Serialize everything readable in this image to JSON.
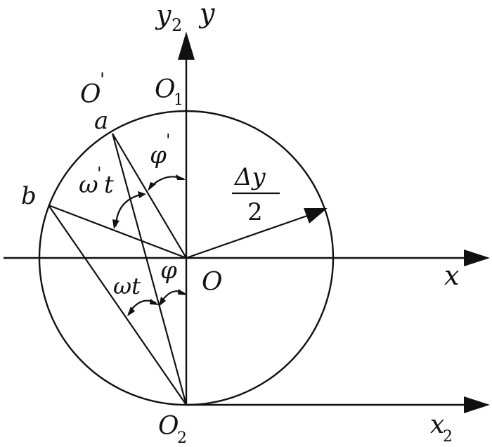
{
  "labels": {
    "y2": "y",
    "y2_sub": "2",
    "y": "y",
    "O_prime": "O",
    "O_prime_mark": "'",
    "O1": "O",
    "O1_sub": "1",
    "a": "a",
    "b": "b",
    "phi_prime": "φ",
    "phi_prime_mark": "'",
    "omega_prime_t": "ω",
    "omega_prime_mark": "'",
    "omega_prime_t_suffix": "t",
    "delta_y_num": "Δy",
    "delta_y_den": "2",
    "x": "x",
    "O": "O",
    "omega_t": "ωt",
    "phi": "φ",
    "O2": "O",
    "O2_sub": "2",
    "x2": "x",
    "x2_sub": "2"
  }
}
